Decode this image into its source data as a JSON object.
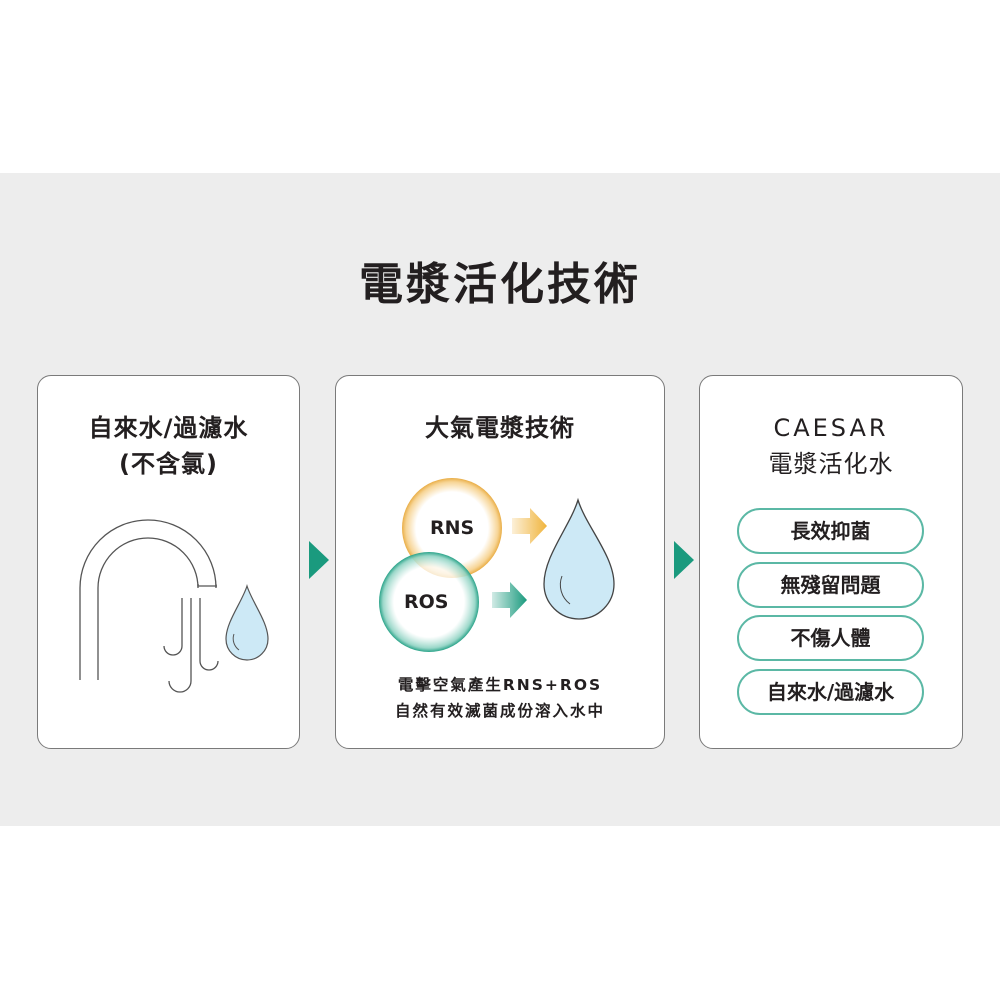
{
  "page": {
    "title": "電漿活化技術",
    "colors": {
      "band_background": "#ededed",
      "accent_green": "#1a9a7e",
      "pill_border": "#5bb8a5",
      "rns_orange": "#f0b43c",
      "ros_teal": "#2aa389",
      "drop_fill": "#cde9f6"
    }
  },
  "cards": [
    {
      "title_line1": "自來水/過濾水",
      "title_line2": "(不含氯)",
      "illustration": "faucet-with-water-drop"
    },
    {
      "title": "大氣電漿技術",
      "circles": [
        {
          "label": "RNS",
          "color": "orange"
        },
        {
          "label": "ROS",
          "color": "teal"
        }
      ],
      "illustration": "water-drop",
      "description_line1": "電擊空氣產生RNS+ROS",
      "description_line2": "自然有效滅菌成份溶入水中"
    },
    {
      "title_line1": "CAESAR",
      "title_line2": "電漿活化水",
      "features": [
        "長效抑菌",
        "無殘留問題",
        "不傷人體",
        "自來水/過濾水"
      ]
    }
  ],
  "flow_arrows": [
    "arrow-right",
    "arrow-right"
  ]
}
